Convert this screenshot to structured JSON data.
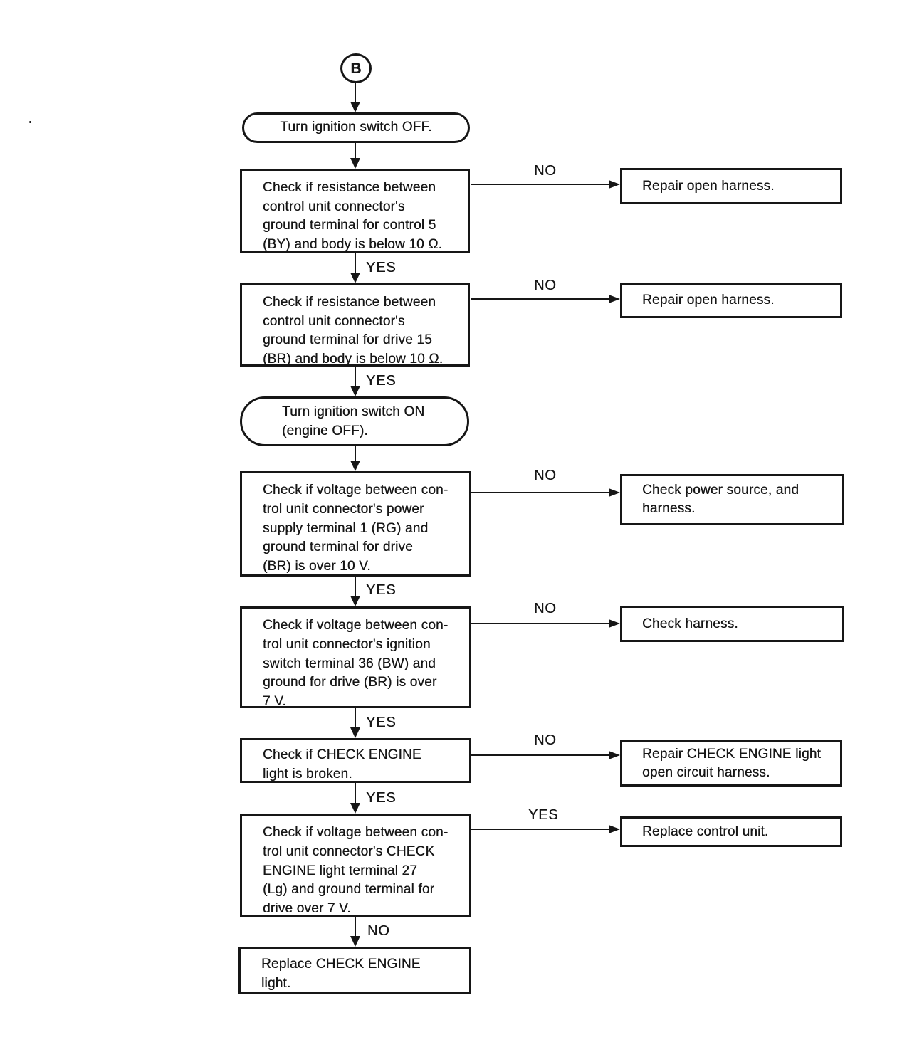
{
  "diagram": {
    "connector_label": "B",
    "edge_labels": {
      "yes": "YES",
      "no": "NO"
    },
    "colors": {
      "ink": "#161616",
      "background": "#ffffff"
    },
    "nodes": {
      "t1": {
        "lines": [
          "Turn ignition switch OFF."
        ]
      },
      "p1": {
        "lines": [
          "Check if resistance between",
          "control unit connector's",
          "ground terminal for control 5",
          "(BY) and body is below 10 Ω."
        ]
      },
      "a1": {
        "lines": [
          "Repair open harness."
        ]
      },
      "p2": {
        "lines": [
          "Check if resistance between",
          "control unit connector's",
          "ground terminal for drive 15",
          "(BR) and body is below 10 Ω."
        ]
      },
      "a2": {
        "lines": [
          "Repair open harness."
        ]
      },
      "t2": {
        "lines": [
          "Turn ignition switch ON",
          "(engine OFF)."
        ]
      },
      "p3": {
        "lines": [
          "Check if voltage between con-",
          "trol unit connector's power",
          "supply terminal 1 (RG) and",
          "ground terminal for drive",
          "(BR) is over 10 V."
        ]
      },
      "a3": {
        "lines": [
          "Check power source, and",
          "harness."
        ]
      },
      "p4": {
        "lines": [
          "Check if voltage between con-",
          "trol unit connector's ignition",
          "switch terminal 36 (BW) and",
          "ground for drive (BR) is over",
          "7 V."
        ]
      },
      "a4": {
        "lines": [
          "Check harness."
        ]
      },
      "p5": {
        "lines": [
          "Check if CHECK ENGINE",
          "light is broken."
        ]
      },
      "a5": {
        "lines": [
          "Repair CHECK ENGINE light",
          "open circuit harness."
        ]
      },
      "p6": {
        "lines": [
          "Check if voltage between con-",
          "trol unit connector's CHECK",
          "ENGINE light terminal 27",
          "(Lg) and ground terminal for",
          "drive over 7 V."
        ]
      },
      "a6": {
        "lines": [
          "Replace control unit."
        ]
      },
      "p7": {
        "lines": [
          "Replace CHECK ENGINE",
          "light."
        ]
      }
    }
  }
}
